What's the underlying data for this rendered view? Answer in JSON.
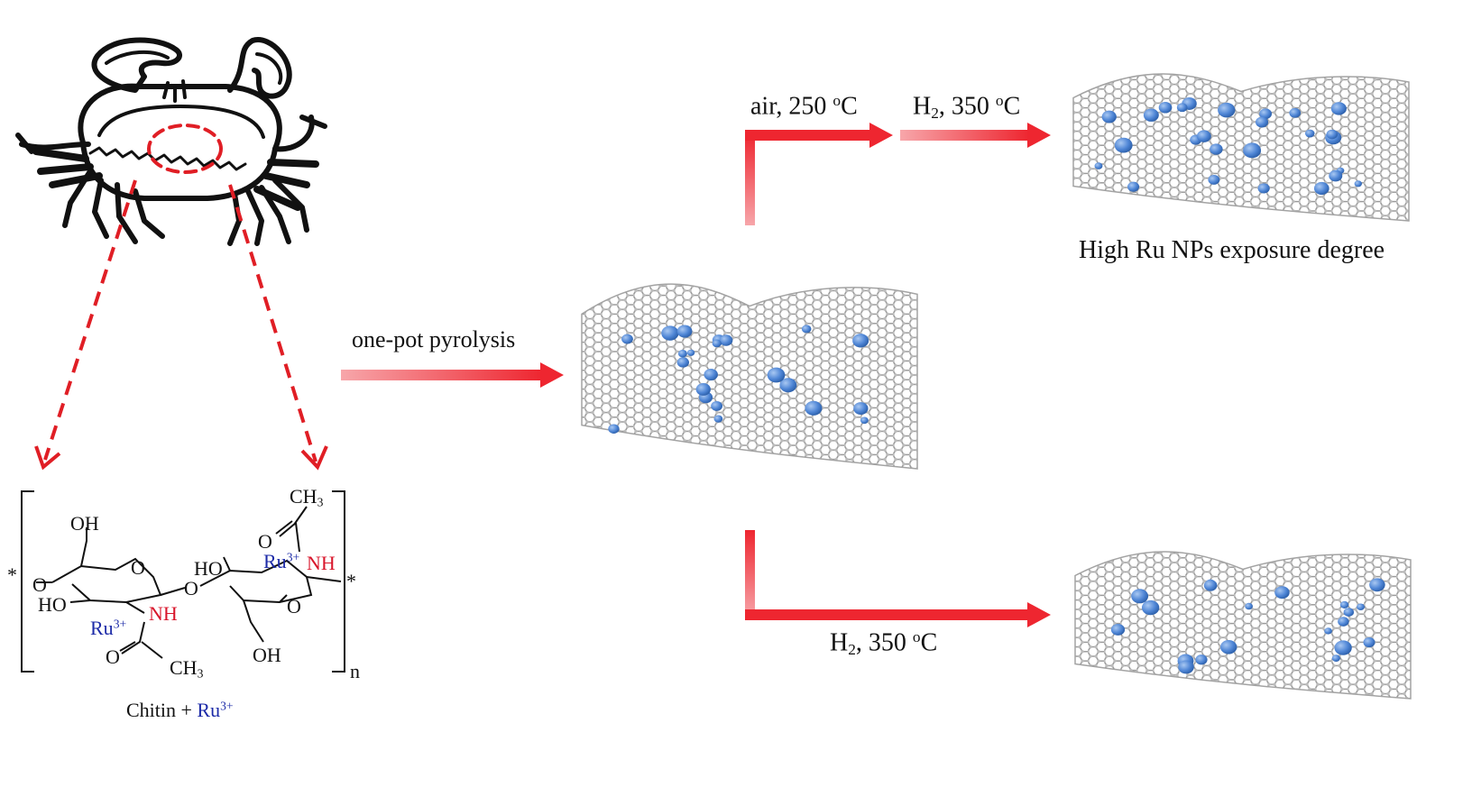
{
  "colors": {
    "arrow": "#ee2630",
    "arrow_light": "#f7a6aa",
    "ru_particle": "#4f86d6",
    "carbon_lattice": "#a3a3a3",
    "nh": "#d8162b",
    "ru": "#1d2ba8"
  },
  "steps": {
    "pyrolysis": "one-pot pyrolysis",
    "air_prefix": "air, 250 ",
    "air_sup": "o",
    "air_suffix": "C",
    "h2_top_h": "H",
    "h2_top_sub": "2",
    "h2_top_rest": ", 350 ",
    "h2_top_sup": "o",
    "h2_top_suffix": "C",
    "h2_bottom_h": "H",
    "h2_bottom_sub": "2",
    "h2_bottom_rest": ", 350 ",
    "h2_bottom_sup": "o",
    "h2_bottom_suffix": "C"
  },
  "result_top": "High Ru NPs exposure degree",
  "chitin_caption": {
    "chitin": "Chitin + ",
    "ru": "Ru",
    "sup": "3+"
  },
  "structure": {
    "oh": "OH",
    "ho": "HO",
    "o": "O",
    "nh": "NH",
    "ru": "Ru",
    "ru_charge": "3+",
    "ch": "CH",
    "ch_sub": "3",
    "star": "*",
    "n": "n"
  }
}
